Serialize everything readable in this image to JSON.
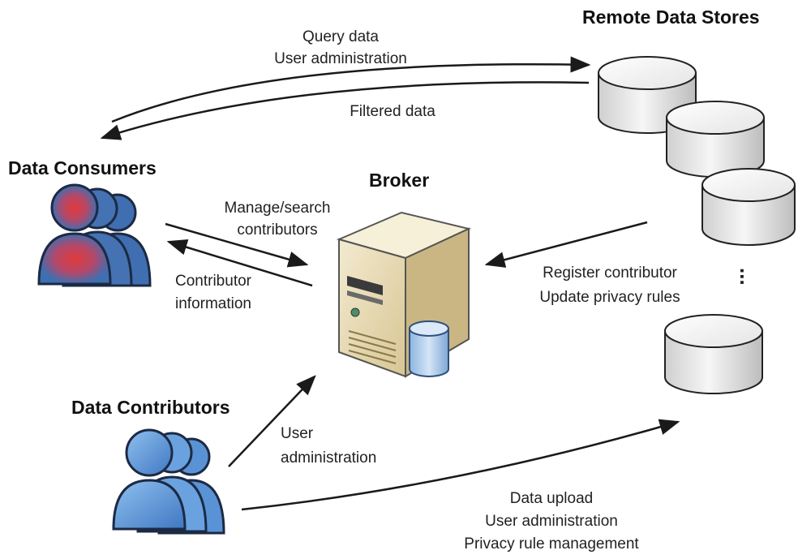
{
  "nodes": {
    "remote_data_stores": {
      "title": "Remote Data Stores",
      "ellipsis": "..."
    },
    "data_consumers": {
      "title": "Data Consumers"
    },
    "broker": {
      "title": "Broker"
    },
    "data_contributors": {
      "title": "Data Contributors"
    }
  },
  "edges": {
    "consumers_to_stores": {
      "lines": [
        "Query data",
        "User administration"
      ]
    },
    "stores_to_consumers": {
      "lines": [
        "Filtered data"
      ]
    },
    "consumers_to_broker": {
      "lines": [
        "Manage/search",
        "contributors"
      ]
    },
    "broker_to_consumers": {
      "lines": [
        "Contributor",
        "information"
      ]
    },
    "stores_to_broker": {
      "lines": [
        "Register contributor",
        "Update privacy rules"
      ]
    },
    "contributors_to_broker": {
      "lines": [
        "User",
        "administration"
      ]
    },
    "contributors_to_stores": {
      "lines": [
        "Data upload",
        "User administration",
        "Privacy rule management"
      ]
    }
  },
  "colors": {
    "consumer_fill": "#3f6fb0",
    "consumer_highlight": "#d33a3a",
    "contributor_fill": "#5c96d8",
    "server_body": "#e6d9b0",
    "server_side": "#c4b27e",
    "db_cylinder": "#b5d0ee",
    "store_cylinder": "#eeeeee",
    "arrow": "#1a1a1a"
  }
}
